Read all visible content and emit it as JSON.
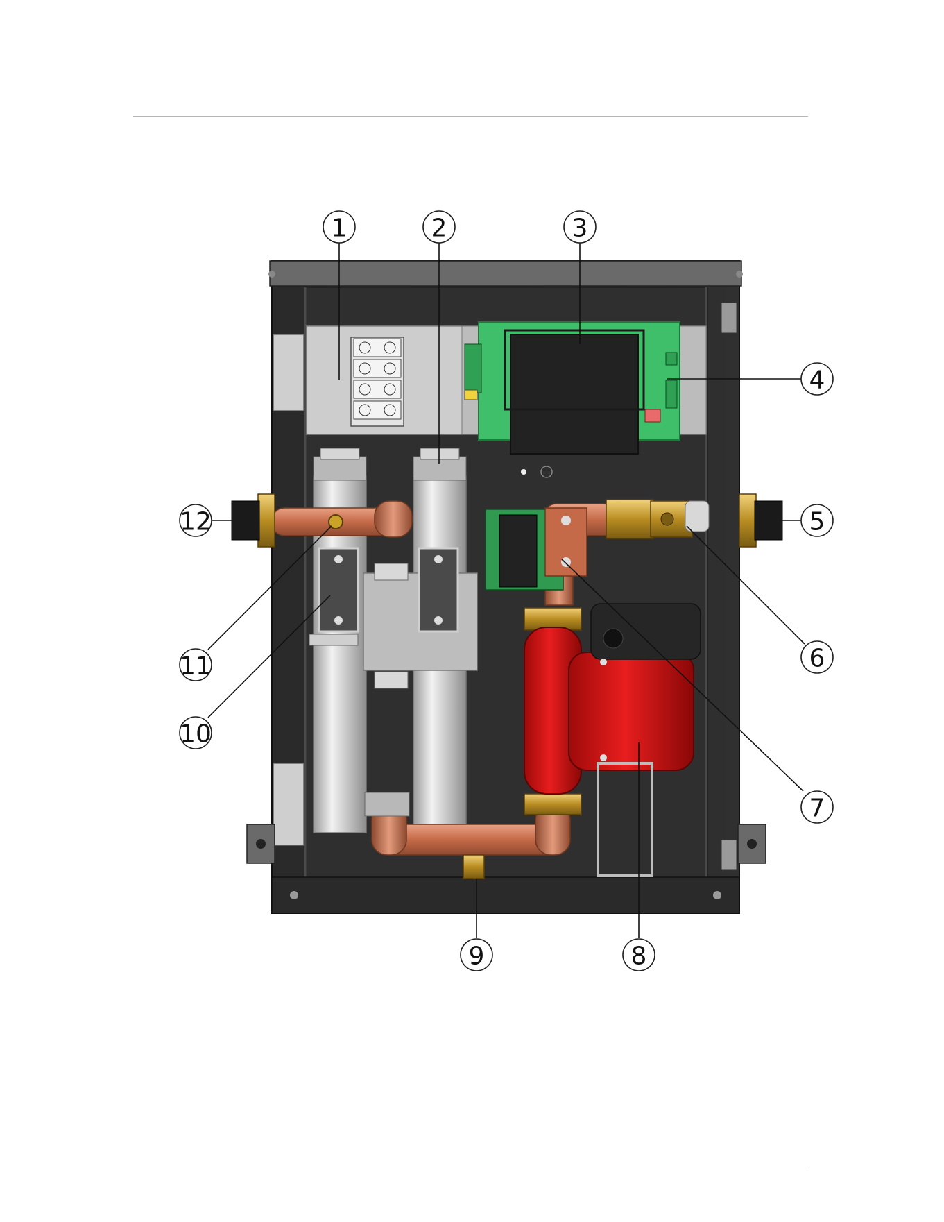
{
  "callouts": [
    {
      "id": "1",
      "label": "1"
    },
    {
      "id": "2",
      "label": "2"
    },
    {
      "id": "3",
      "label": "3"
    },
    {
      "id": "4",
      "label": "4"
    },
    {
      "id": "5",
      "label": "5"
    },
    {
      "id": "6",
      "label": "6"
    },
    {
      "id": "7",
      "label": "7"
    },
    {
      "id": "8",
      "label": "8"
    },
    {
      "id": "9",
      "label": "9"
    },
    {
      "id": "10",
      "label": "10"
    },
    {
      "id": "11",
      "label": "11"
    },
    {
      "id": "12",
      "label": "12"
    }
  ],
  "colors": {
    "cabinet": "#2b2b2b",
    "cabinet_edge": "#555555",
    "pcb": "#3fbf6a",
    "pump": "#d01010",
    "copper": "#c9714d",
    "brass": "#c9a227",
    "heater_tube": "#c8c8c8"
  }
}
